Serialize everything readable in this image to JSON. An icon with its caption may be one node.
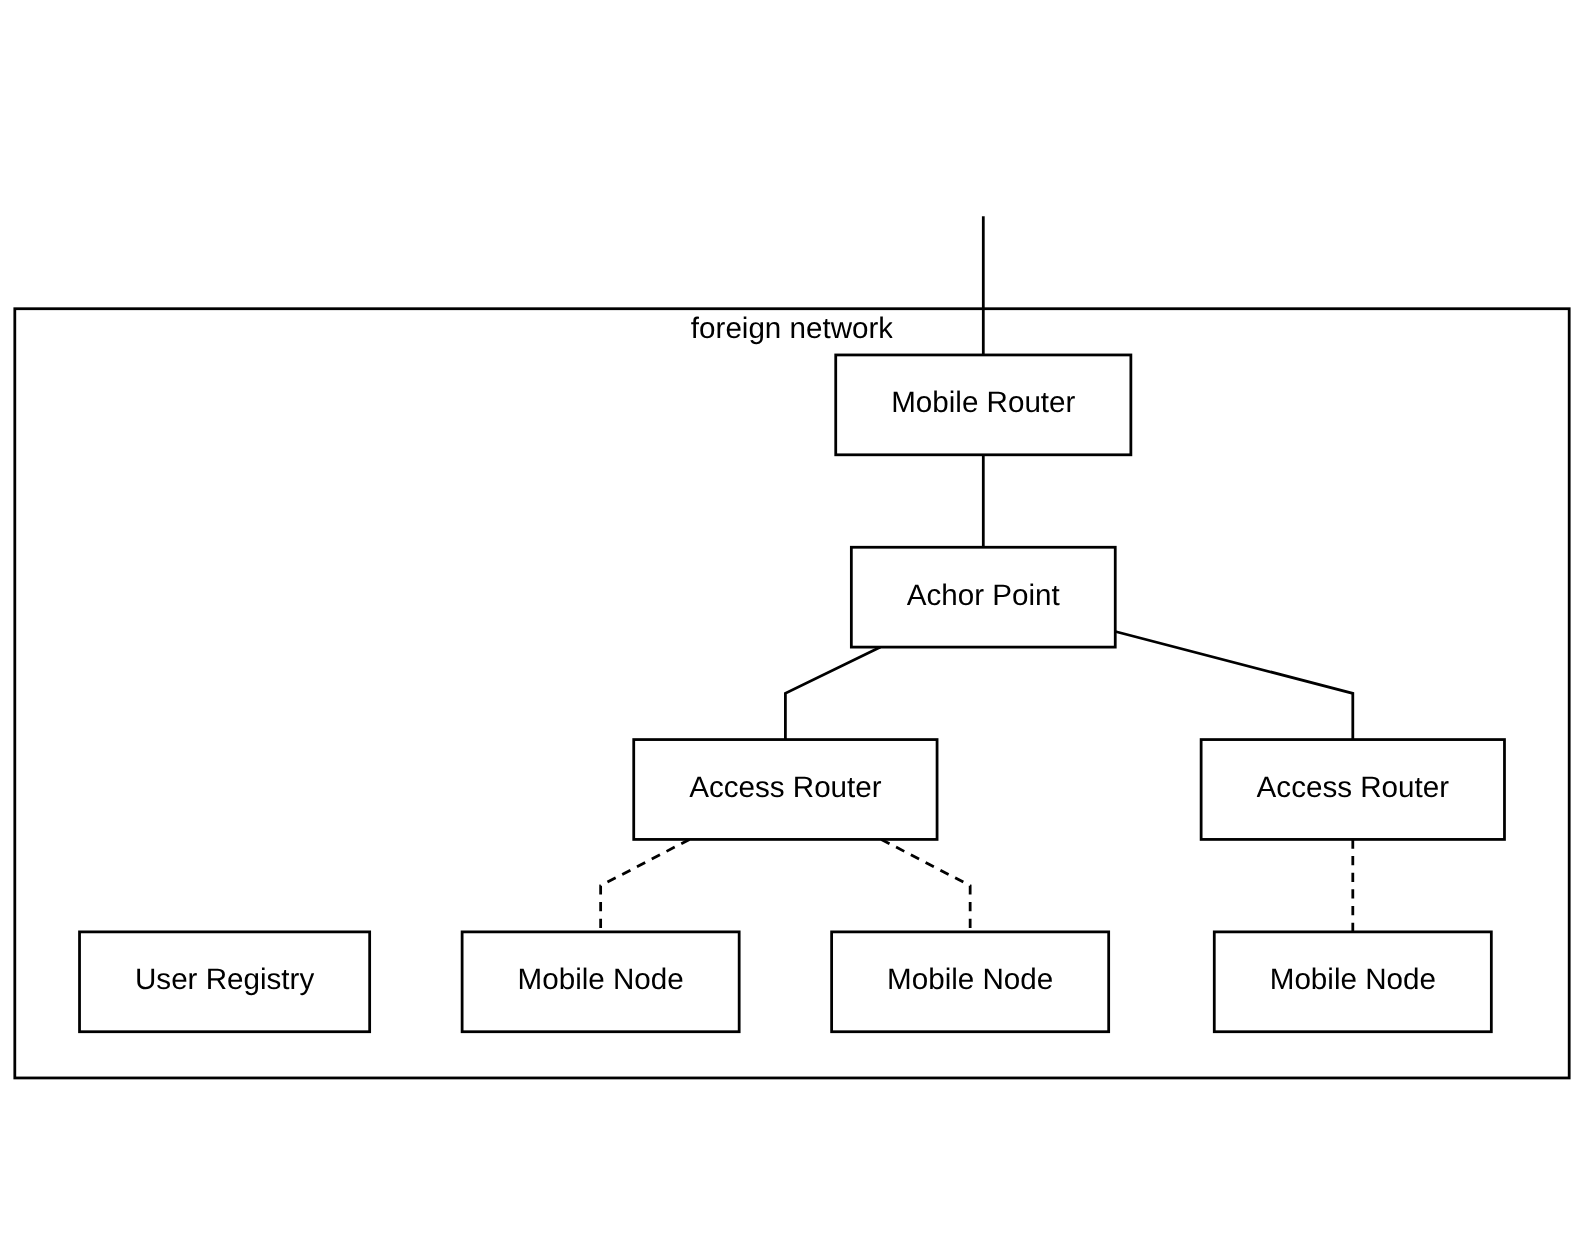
{
  "diagram": {
    "nodes": [
      {
        "text": [
          "foreign network"
        ]
      },
      {
        "text": [
          "Mobile Router"
        ],
        "in": 0
      },
      {
        "text": [
          "User Registry"
        ],
        "in": 0
      },
      {
        "text": [
          "Achor Point"
        ],
        "in": 0
      },
      {
        "text": [
          "Access Router"
        ],
        "in": 0
      },
      {
        "text": [
          "Access Router"
        ],
        "in": 0
      },
      {
        "text": [
          "Mobile Node"
        ],
        "in": 0
      },
      {
        "text": [
          "Mobile Node"
        ],
        "in": 0
      },
      {
        "text": [
          "Mobile Node"
        ],
        "in": 0
      }
    ],
    "edges": [
      {
        "from": null,
        "to": 1,
        "arrow": "none"
      },
      {
        "from": 1,
        "to": 3,
        "arrow": "none"
      },
      {
        "from": 3,
        "to": 4,
        "arrow": "none"
      },
      {
        "from": 3,
        "to": 5,
        "arrow": "none"
      },
      {
        "from": 4,
        "to": 6,
        "arrow": "none",
        "style": "dashed"
      },
      {
        "from": 4,
        "to": 7,
        "arrow": "none",
        "style": "dashed"
      },
      {
        "from": 5,
        "to": 8,
        "arrow": "none",
        "style": "dashed"
      }
    ]
  }
}
